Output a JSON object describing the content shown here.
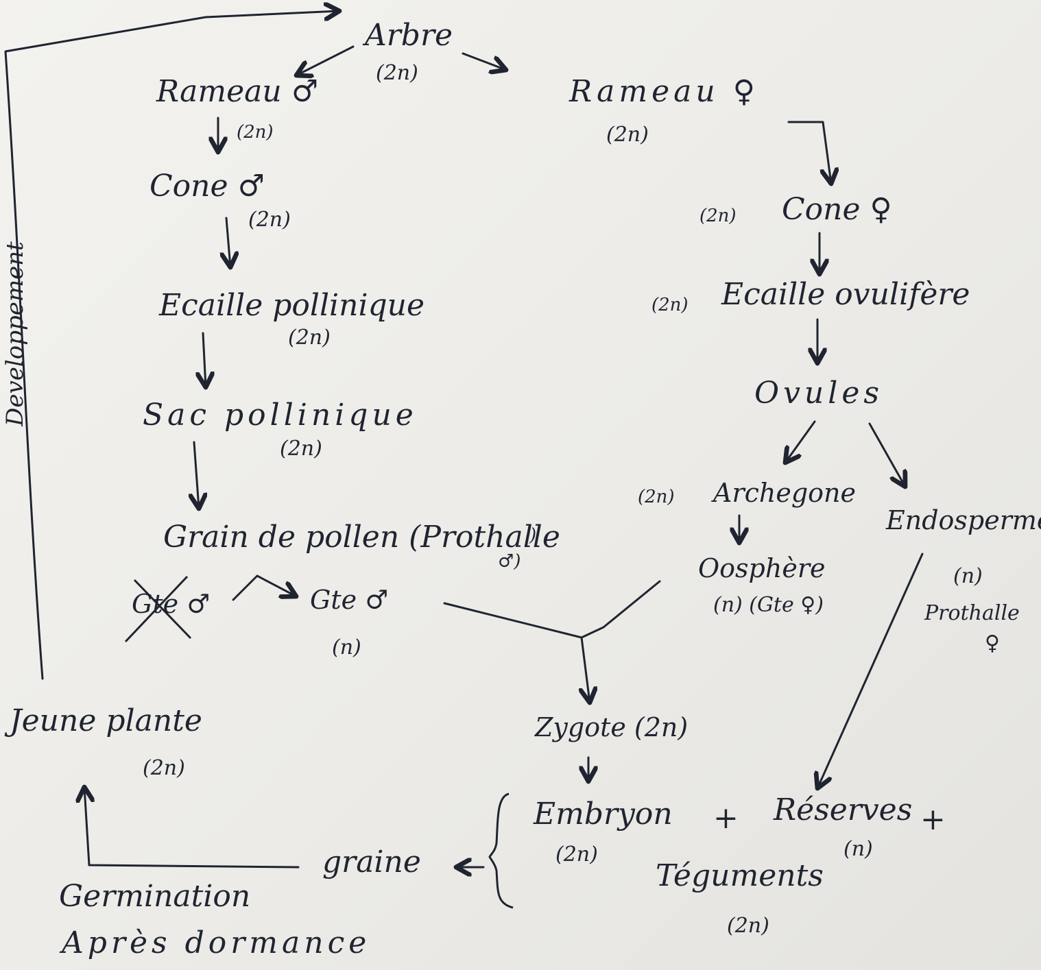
{
  "diagram": {
    "side_label": "Developpement",
    "top": {
      "arbre": "Arbre",
      "arbre_ploidy": "(2n)"
    },
    "male_branch": {
      "rameau": "Rameau ♂",
      "rameau_ploidy": "(2n)",
      "cone": "Cone ♂",
      "cone_ploidy": "(2n)",
      "ecaille": "Ecaille pollinique",
      "ecaille_ploidy": "(2n)",
      "sac": "Sac pollinique",
      "sac_ploidy": "(2n)",
      "grain": "Grain de pollen (Prothalle",
      "grain_sub": "♂)",
      "gamete_crossed": "Gte ♂",
      "gamete": "Gte ♂",
      "gamete_ploidy": "(n)"
    },
    "female_branch": {
      "rameau": "Rameau ♀",
      "rameau_ploidy": "(2n)",
      "cone": "Cone ♀",
      "cone_ploidy": "(2n)",
      "ecaille": "Ecaille ovulifère",
      "ecaille_ploidy": "(2n)",
      "ovules": "Ovules",
      "archegone": "Archegone",
      "archegone_ploidy": "(2n)",
      "oosphere": "Oosphère",
      "oosphere_ploidy": "(n) (Gte ♀)",
      "endosperme": "Endosperme",
      "endosperme_ploidy": "(n)",
      "prothalle": "Prothalle",
      "prothalle_sym": "♀"
    },
    "seed": {
      "zygote": "Zygote (2n)",
      "embryon": "Embryon",
      "embryon_ploidy": "(2n)",
      "plus1": "+",
      "reserves": "Réserves",
      "reserves_ploidy": "(n)",
      "plus2": "+",
      "teguments": "Téguments",
      "teguments_ploidy": "(2n)",
      "graine": "graine"
    },
    "development": {
      "jeune_plante": "Jeune plante",
      "jeune_plante_ploidy": "(2n)",
      "germination": "Germination",
      "dormance": "Après dormance"
    }
  }
}
